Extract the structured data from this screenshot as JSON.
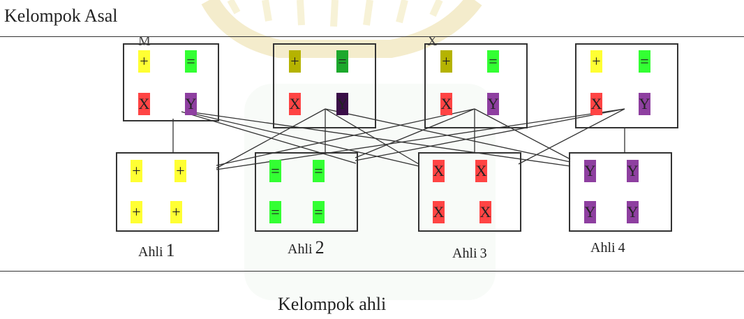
{
  "header": {
    "title": "Kelompok Asal"
  },
  "footer": {
    "title": "Kelompok ahli"
  },
  "stray_text": [
    "M",
    "X"
  ],
  "colors": {
    "plus": "#ffff33",
    "equals": "#33ff33",
    "x": "#ff4444",
    "y": "#8e3fa0",
    "plus_dark": "#b5b300",
    "equals_dark": "#1ca82c",
    "y_dark": "#3a0e48",
    "line": "#333333"
  },
  "home_groups": [
    {
      "tokens": [
        {
          "sym": "+",
          "color": "plus"
        },
        {
          "sym": "=",
          "color": "equals"
        },
        {
          "sym": "X",
          "color": "x"
        },
        {
          "sym": "Y",
          "color": "y"
        }
      ]
    },
    {
      "tokens": [
        {
          "sym": "+",
          "color": "plus_dark"
        },
        {
          "sym": "=",
          "color": "equals_dark"
        },
        {
          "sym": "X",
          "color": "x"
        },
        {
          "sym": "Y",
          "color": "y_dark"
        }
      ]
    },
    {
      "tokens": [
        {
          "sym": "+",
          "color": "plus_dark"
        },
        {
          "sym": "=",
          "color": "equals"
        },
        {
          "sym": "X",
          "color": "x"
        },
        {
          "sym": "Y",
          "color": "y"
        }
      ]
    },
    {
      "tokens": [
        {
          "sym": "+",
          "color": "plus"
        },
        {
          "sym": "=",
          "color": "equals"
        },
        {
          "sym": "X",
          "color": "x"
        },
        {
          "sym": "Y",
          "color": "y"
        }
      ]
    }
  ],
  "expert_groups": [
    {
      "caption_word": "Ahli",
      "caption_num": "1",
      "tokens": [
        {
          "sym": "+",
          "color": "plus"
        },
        {
          "sym": "+",
          "color": "plus"
        },
        {
          "sym": "+",
          "color": "plus"
        },
        {
          "sym": "+",
          "color": "plus"
        }
      ]
    },
    {
      "caption_word": "Ahli",
      "caption_num": "2",
      "tokens": [
        {
          "sym": "=",
          "color": "equals"
        },
        {
          "sym": "=",
          "color": "equals"
        },
        {
          "sym": "=",
          "color": "equals"
        },
        {
          "sym": "=",
          "color": "equals"
        }
      ]
    },
    {
      "caption_word": "Ahli",
      "caption_num": "3",
      "tokens": [
        {
          "sym": "X",
          "color": "x"
        },
        {
          "sym": "X",
          "color": "x"
        },
        {
          "sym": "X",
          "color": "x"
        },
        {
          "sym": "X",
          "color": "x"
        }
      ]
    },
    {
      "caption_word": "Ahli",
      "caption_num": "4",
      "tokens": [
        {
          "sym": "Y",
          "color": "y"
        },
        {
          "sym": "Y",
          "color": "y"
        },
        {
          "sym": "Y",
          "color": "y"
        },
        {
          "sym": "Y",
          "color": "y"
        }
      ]
    }
  ]
}
